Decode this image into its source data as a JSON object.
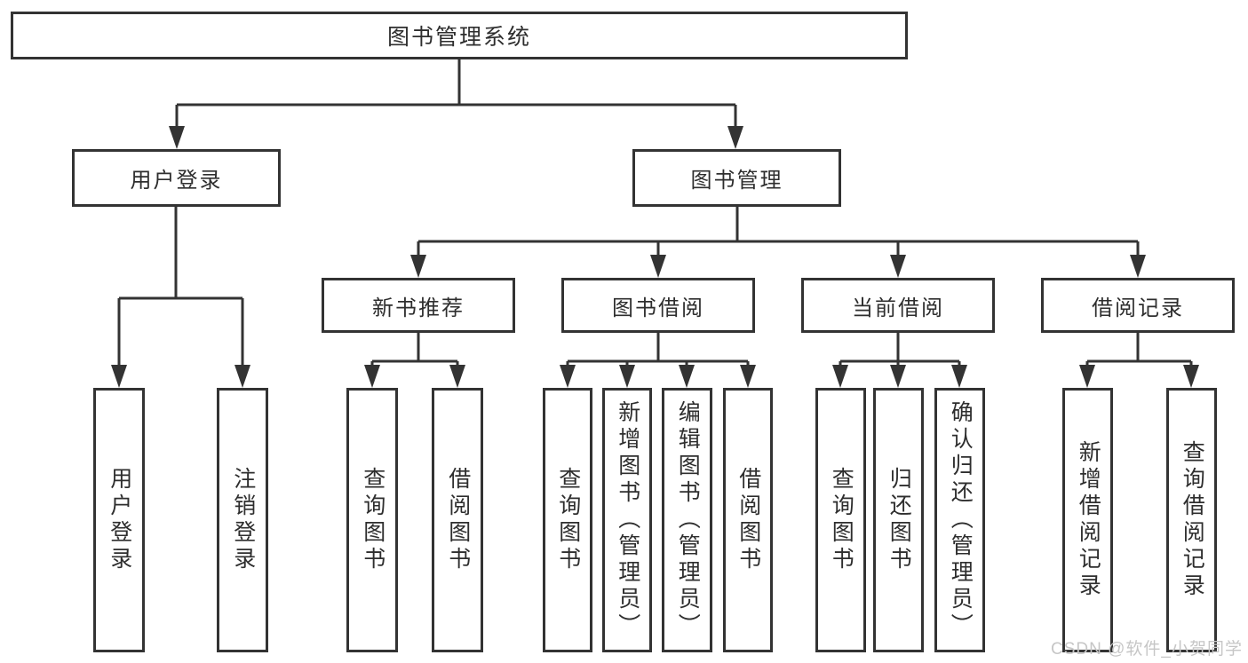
{
  "colors": {
    "line": "#333333",
    "text": "#2e2e2e",
    "bg": "#ffffff",
    "boxbg": "#ffffff",
    "watermark": "#c6c6c6"
  },
  "watermark": {
    "text": "CSDN @软件_小贺同学"
  },
  "tree": {
    "root": {
      "label": "图书管理系统",
      "children": [
        {
          "label": "用户登录",
          "children": [
            {
              "label": "用户登录"
            },
            {
              "label": "注销登录"
            }
          ]
        },
        {
          "label": "图书管理",
          "children": [
            {
              "label": "新书推荐",
              "children": [
                {
                  "label": "查询图书"
                },
                {
                  "label": "借阅图书"
                }
              ]
            },
            {
              "label": "图书借阅",
              "children": [
                {
                  "label": "查询图书"
                },
                {
                  "label": "新增图书（管理员）"
                },
                {
                  "label": "编辑图书（管理员）"
                },
                {
                  "label": "借阅图书"
                }
              ]
            },
            {
              "label": "当前借阅",
              "children": [
                {
                  "label": "查询图书"
                },
                {
                  "label": "归还图书"
                },
                {
                  "label": "确认归还（管理员）"
                }
              ]
            },
            {
              "label": "借阅记录",
              "children": [
                {
                  "label": "新增借阅记录"
                },
                {
                  "label": "查询借阅记录"
                }
              ]
            }
          ]
        }
      ]
    }
  }
}
